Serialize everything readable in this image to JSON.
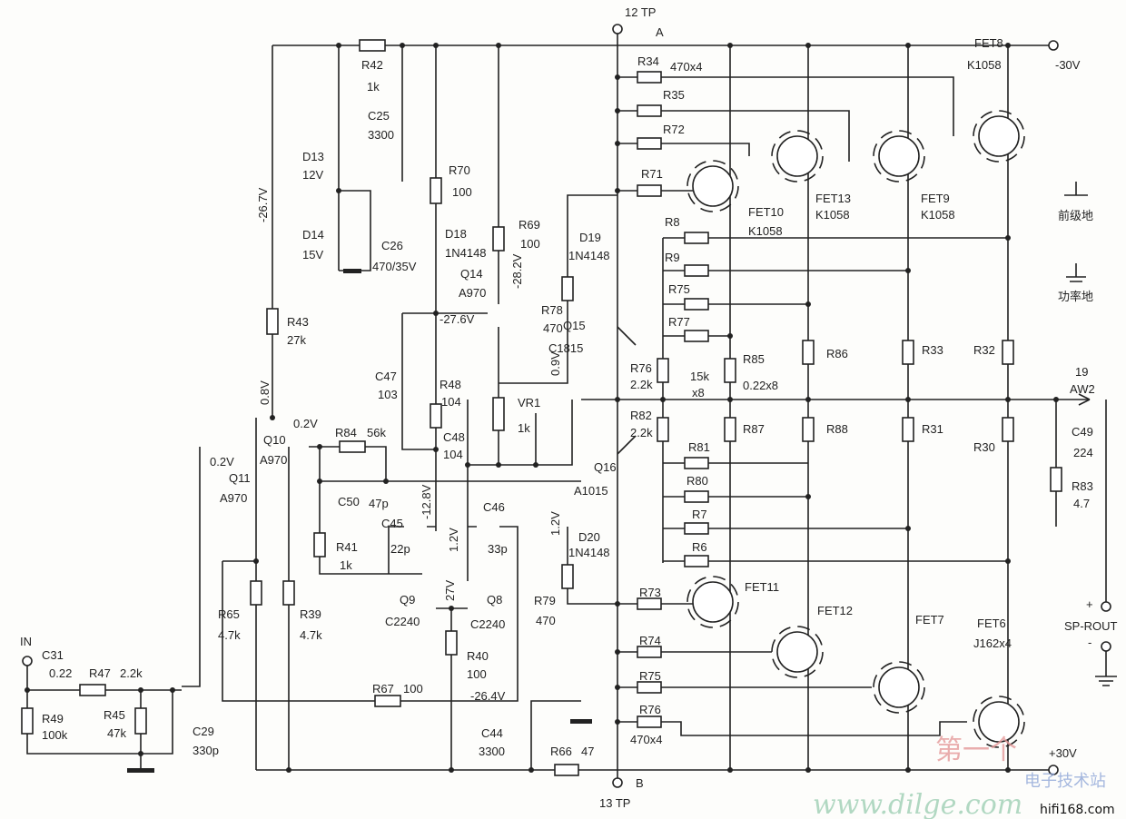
{
  "labels": {
    "tp12": "12 TP",
    "tpA": "A",
    "neg30": "-30V",
    "r42": "R42",
    "r42v": "1k",
    "c25": "C25",
    "c25v": "3300",
    "d13": "D13",
    "d13v": "12V",
    "d14": "D14",
    "d14v": "15V",
    "c26": "C26",
    "c26v": "470/35V",
    "v267": "-26.7V",
    "r70": "R70",
    "r70v": "100",
    "d18": "D18",
    "d18v": "1N4148",
    "r69": "R69",
    "r69v": "100",
    "q14": "Q14",
    "q14v": "A970",
    "v282": "-28.2V",
    "v276": "-27.6V",
    "r34": "R34",
    "r34v": "470x4",
    "r35": "R35",
    "r72": "R72",
    "r71": "R71",
    "fet8": "FET8",
    "fet8v": "K1058",
    "fet10": "FET10",
    "fet10v": "K1058",
    "fet13": "FET13",
    "fet13v": "K1058",
    "fet9": "FET9",
    "fet9v": "K1058",
    "gnd_pre": "前级地",
    "gnd_pwr": "功率地",
    "d19": "D19",
    "d19v": "1N4148",
    "r8": "R8",
    "r9": "R9",
    "r75a": "R75",
    "r77": "R77",
    "r78": "R78",
    "r78v": "470",
    "q15": "Q15",
    "q15v": "C1815",
    "v09": "0.9V",
    "r43": "R43",
    "r43v": "27k",
    "v08": "0.8V",
    "r76a": "R76",
    "r76av": "2.2k",
    "r85": "R85",
    "r15k": "15k",
    "x8": "x8",
    "r022": "0.22x8",
    "r86": "R86",
    "r33": "R33",
    "r32": "R32",
    "n19": "19",
    "aw2": "AW2",
    "c47": "C47",
    "c47v": "103",
    "r48": "R48",
    "r48v": "104",
    "vr1": "VR1",
    "vr1v": "1k",
    "c48": "C48",
    "c48v": "104",
    "r82": "R82",
    "r82v": "2.2k",
    "r87": "R87",
    "r88": "R88",
    "r31": "R31",
    "r30": "R30",
    "c49": "C49",
    "c49v": "224",
    "r83": "R83",
    "r83v": "4.7",
    "q10": "Q10",
    "q10v": "A970",
    "v02a": "0.2V",
    "v02b": "0.2V",
    "q11": "Q11",
    "q11v": "A970",
    "r84": "R84",
    "r84v": "56k",
    "c50": "C50",
    "c50v": "47p",
    "v128": "-12.8V",
    "q16": "Q16",
    "q16v": "A1015",
    "r81": "R81",
    "r80": "R80",
    "r7": "R7",
    "r6": "R6",
    "c46": "C46",
    "c46v": "33p",
    "c45": "C45",
    "c45v": "22p",
    "v12a": "1.2V",
    "v12b": "1.2V",
    "d20": "D20",
    "d20v": "1N4148",
    "r41": "R41",
    "r41v": "1k",
    "fet11": "FET11",
    "fet12": "FET12",
    "fet7": "FET7",
    "fet6": "FET6",
    "fet6v": "J162x4",
    "r73": "R73",
    "r74": "R74",
    "r75b": "R75",
    "r76b": "R76",
    "r76bv": "470x4",
    "v27": "27V",
    "q9": "Q9",
    "q9v": "C2240",
    "q8": "Q8",
    "q8v": "C2240",
    "r79": "R79",
    "r79v": "470",
    "r65": "R65",
    "r65v": "4.7k",
    "r39": "R39",
    "r39v": "4.7k",
    "r40": "R40",
    "r40v": "100",
    "v264": "-26.4V",
    "r67": "R67",
    "r67v": "100",
    "in": "IN",
    "c31": "C31",
    "c31v": "0.22",
    "r47": "R47",
    "r47v": "2.2k",
    "r49": "R49",
    "r49v": "100k",
    "r45": "R45",
    "r45v": "47k",
    "c29": "C29",
    "c29v": "330p",
    "c44": "C44",
    "c44v": "3300",
    "r66": "R66",
    "r66v": "47",
    "plus": "+",
    "sprout": "SP-ROUT",
    "minus": "-",
    "pos30": "+30V",
    "tp13": "13 TP",
    "tpB": "B"
  },
  "watermark": {
    "cn1": "第一个",
    "cn2": "电子技术站",
    "url": "www.dilge.com",
    "site": "hifi168.com"
  }
}
